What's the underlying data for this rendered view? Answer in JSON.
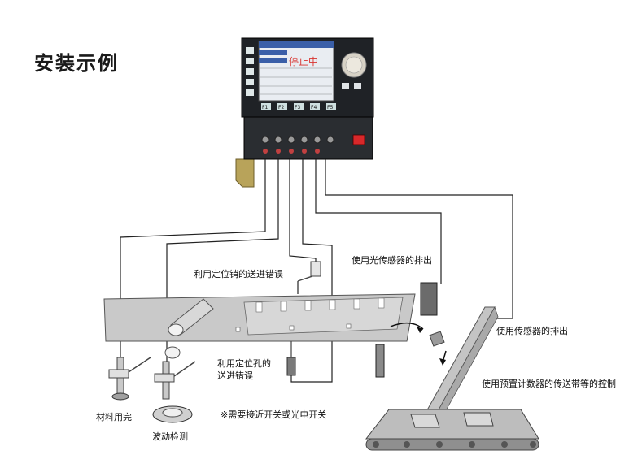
{
  "title": "安装示例",
  "controller": {
    "screen_status": "停止中",
    "function_keys": [
      "F1",
      "F2",
      "F3",
      "F4",
      "F5"
    ]
  },
  "labels": {
    "pin_feed_error": "利用定位销的送进错误",
    "photo_sensor_eject": "使用光传感器的排出",
    "sensor_eject": "使用传感器的排出",
    "hole_feed_error_l1": "利用定位孔的",
    "hole_feed_error_l2": "送进错误",
    "preset_counter": "使用预置计数器的传送带等的控制",
    "proximity_note": "※需要接近开关或光电开关",
    "material_end": "材料用完",
    "wave_detect": "波动检测"
  }
}
